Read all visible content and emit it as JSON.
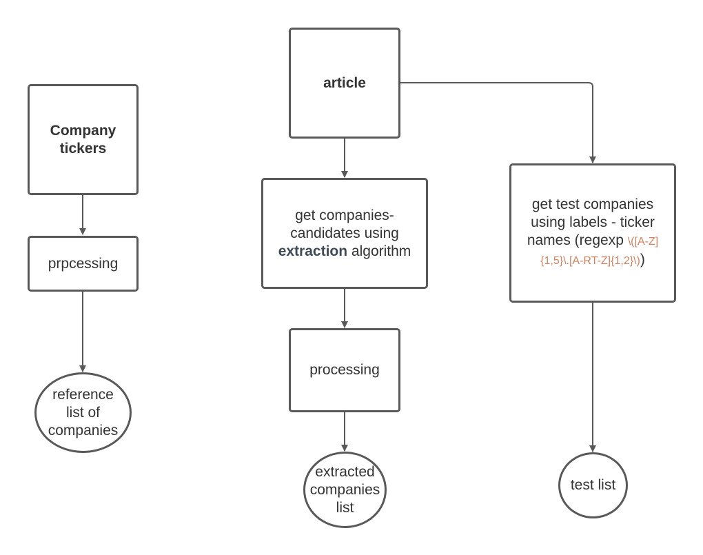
{
  "colors": {
    "stroke": "#595959",
    "text": "#333333",
    "highlight": "#3e4a57",
    "regex": "#d4805d"
  },
  "nodes": {
    "company_tickers": {
      "label": "Company tickers"
    },
    "prpcessing": {
      "label": "prpcessing"
    },
    "reference_list": {
      "label": "reference list of companies"
    },
    "article": {
      "label": "article"
    },
    "candidates": {
      "label_part1": "get companies-candidates using",
      "label_highlight": "extraction",
      "label_part2": "algorithm"
    },
    "processing": {
      "label": "processing"
    },
    "extracted_list": {
      "label": "extracted companies list"
    },
    "test_companies": {
      "label_main": "get test companies using labels - ticker names (regexp",
      "regex": "\\([A-Z]{1,5}\\.[A-RT-Z]{1,2}\\)",
      "close_paren": ")"
    },
    "test_list": {
      "label": "test list"
    }
  }
}
